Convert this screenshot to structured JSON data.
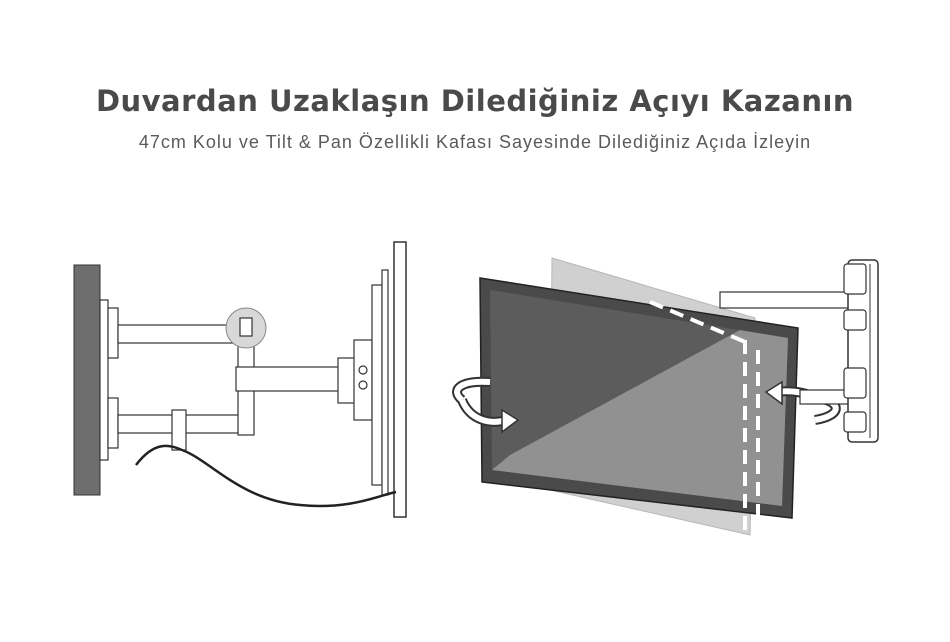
{
  "header": {
    "title": "Duvardan Uzaklaşın Dilediğiniz Açıyı Kazanın",
    "subtitle": "47cm Kolu ve Tilt & Pan Özellikli Kafası Sayesinde Dilediğiniz Açıda İzleyin"
  },
  "colors": {
    "text_title": "#4a4a4a",
    "text_subtitle": "#5a5a5a",
    "wall": "#6e6e6e",
    "line": "#3a3a3a",
    "screen_dark": "#5c5c5c",
    "screen_light": "#9a9a9a",
    "ghost_screen": "#c8c8c8",
    "bezel": "#4a4a4a"
  },
  "icons": {
    "side_view": "wall-mount-side-view-illustration",
    "front_view": "tilt-pan-tv-illustration",
    "rotate_left": "rotate-arrow-icon",
    "rotate_right": "rotate-arrow-icon"
  }
}
